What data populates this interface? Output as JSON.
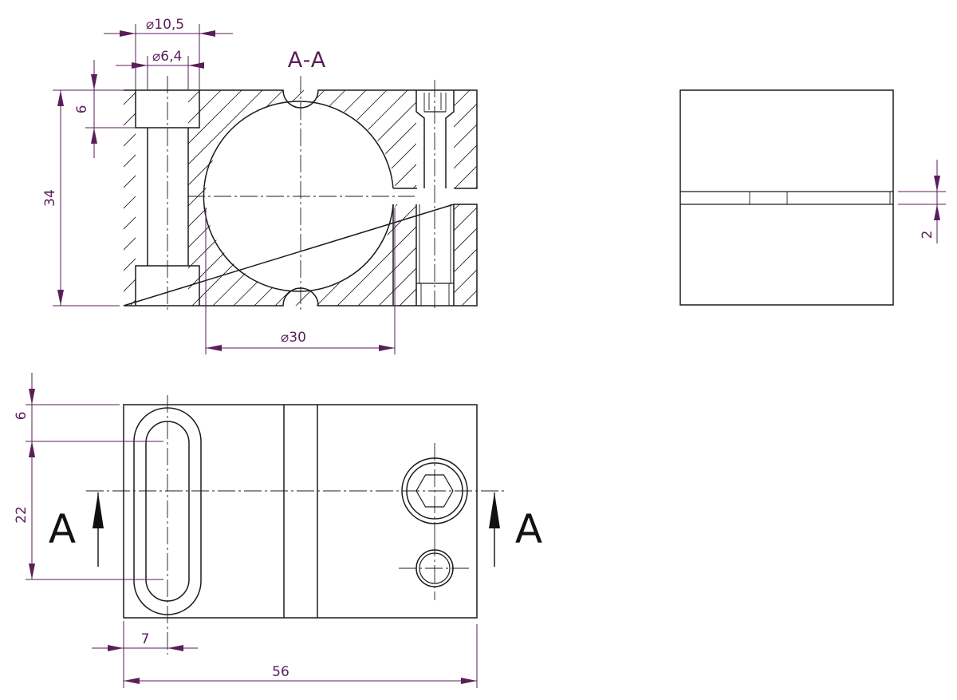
{
  "section_title": "A-A",
  "section_marker": "A",
  "dimensions": {
    "top_dia_outer": "10,5",
    "top_dia_inner": "6,4",
    "top_counterbore_depth": "6",
    "top_height": "34",
    "top_bore_dia": "30",
    "side_gap": "2",
    "bottom_edge_to_slot": "6",
    "bottom_slot_length": "22",
    "bottom_slot_offset": "7",
    "bottom_width": "56"
  },
  "colors": {
    "outline": "#1b1b1b",
    "dimension": "#5a1e5a"
  }
}
